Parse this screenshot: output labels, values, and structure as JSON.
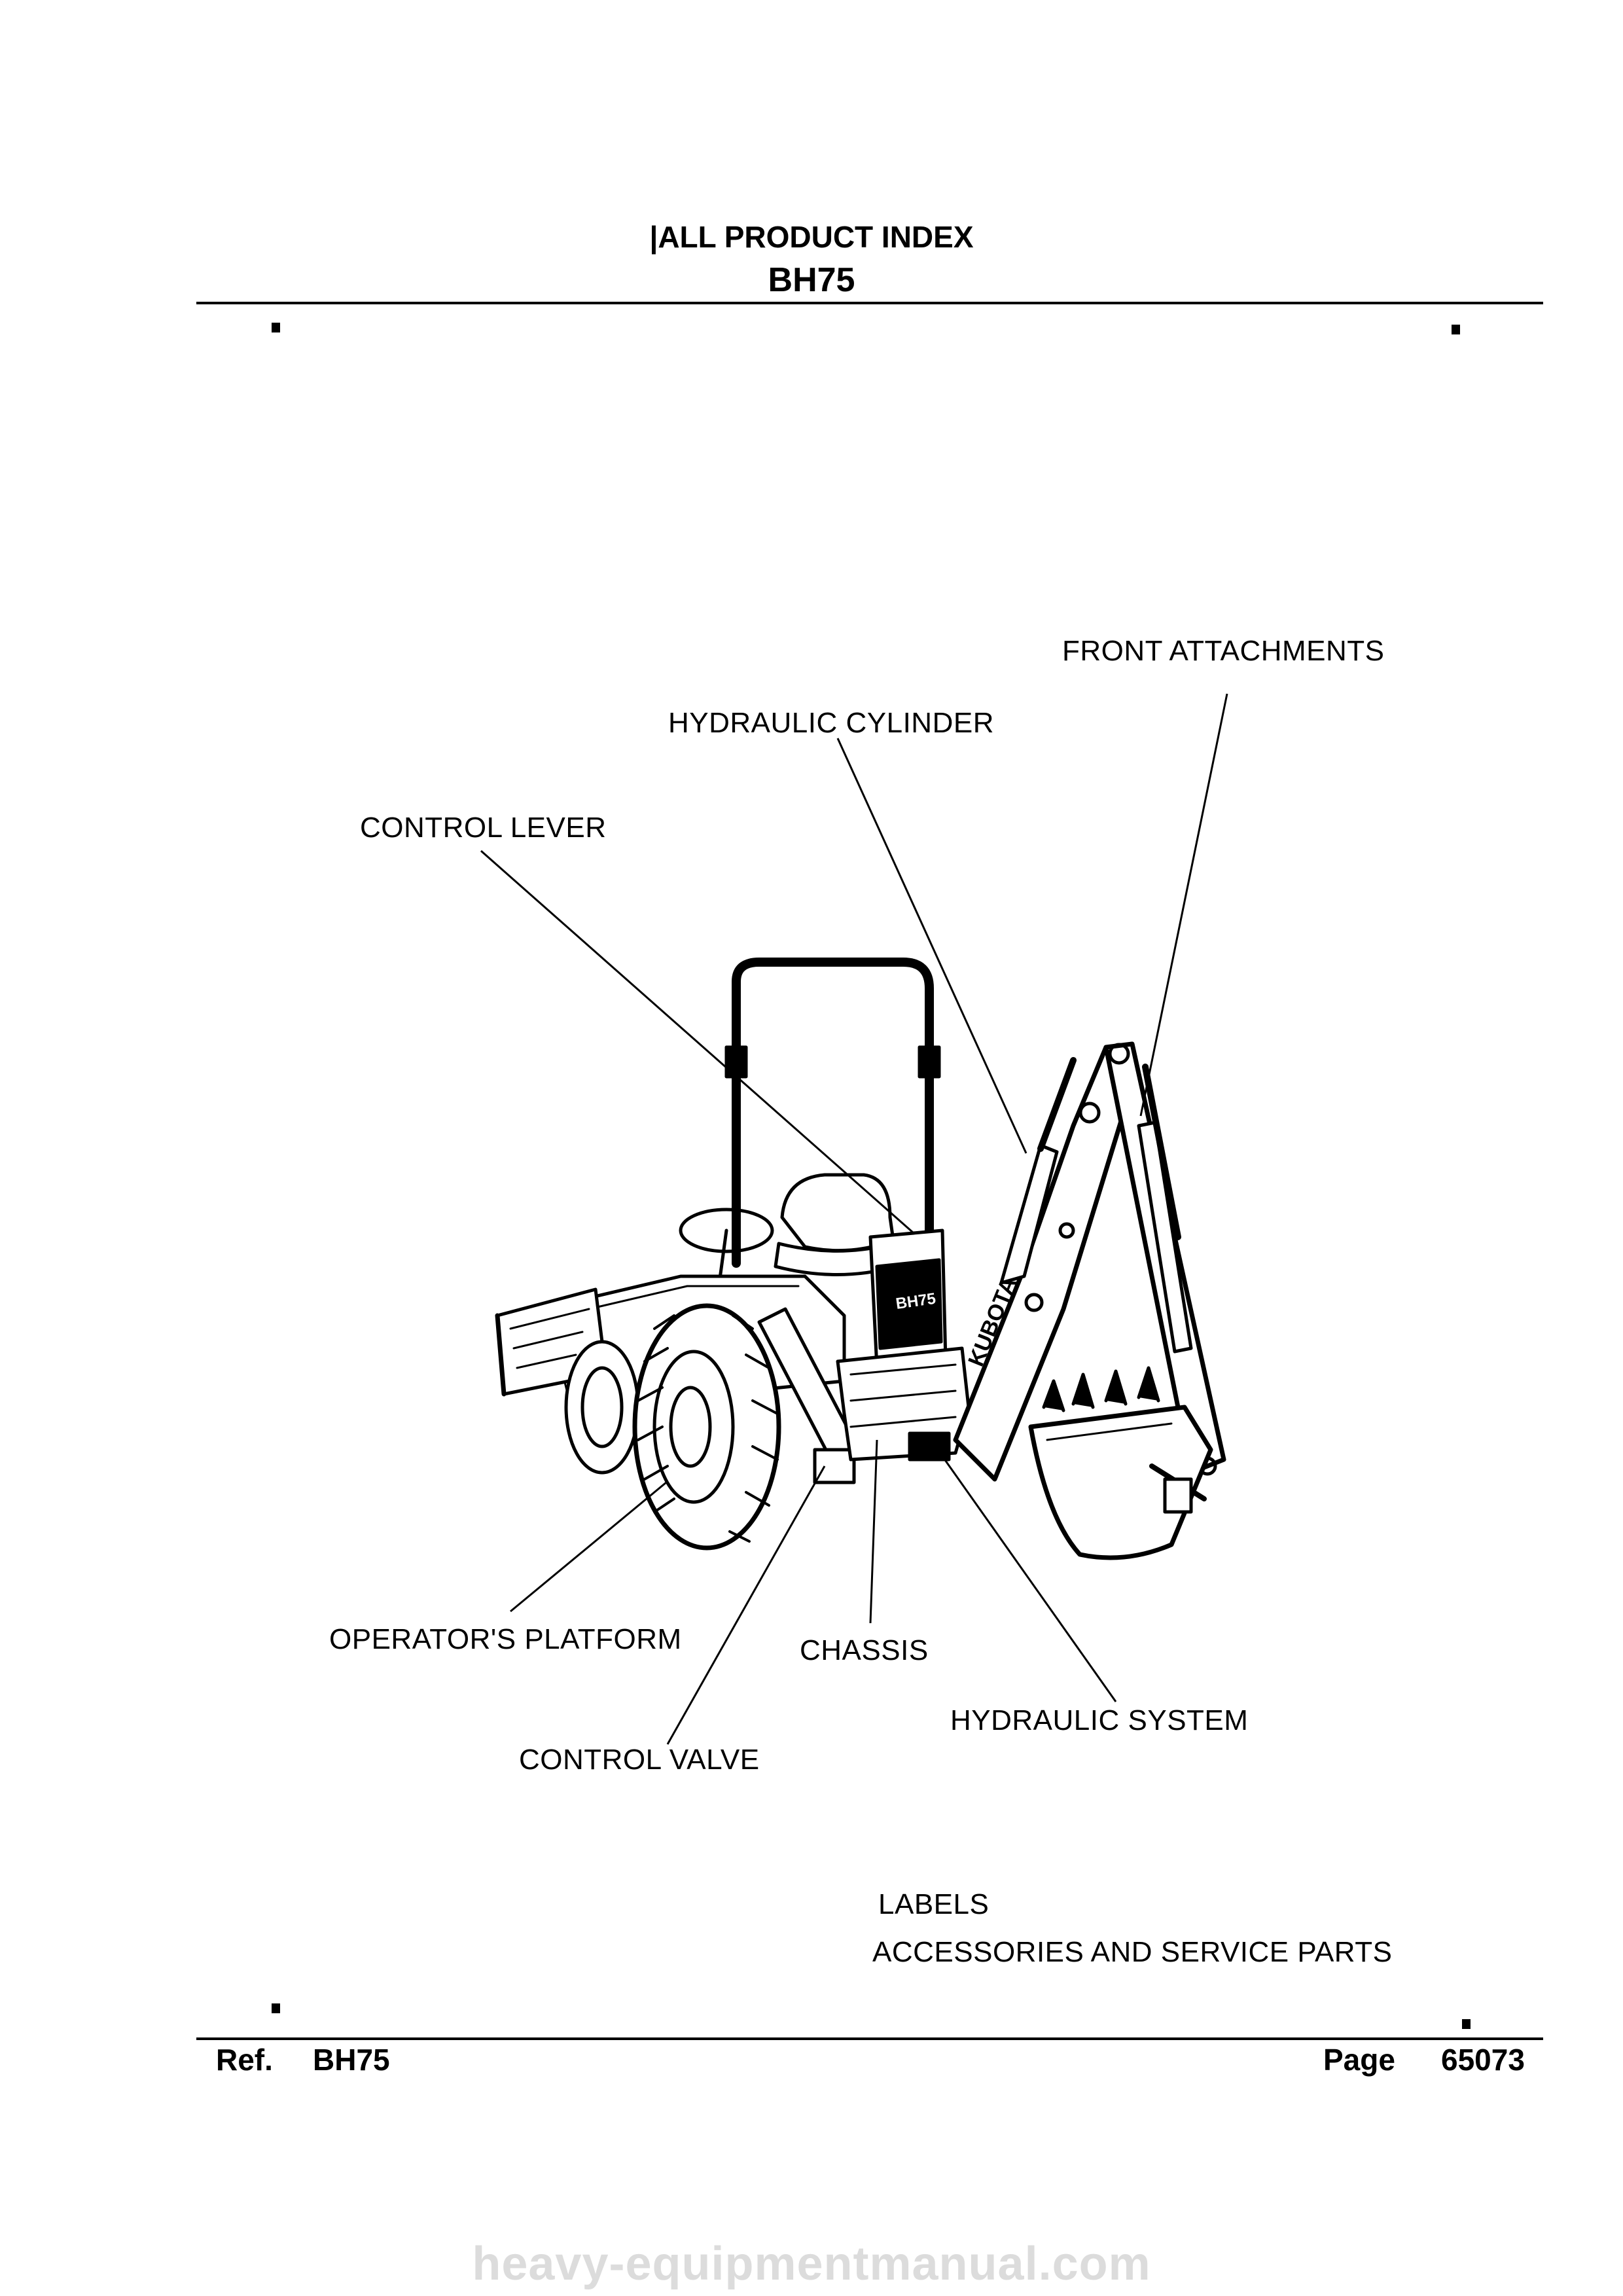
{
  "header": {
    "title": "|ALL PRODUCT INDEX",
    "model": "BH75"
  },
  "index_labels": {
    "front_attachments": "FRONT ATTACHMENTS",
    "hydraulic_cylinder": "HYDRAULIC CYLINDER",
    "control_lever": "CONTROL LEVER",
    "operators_platform": "OPERATOR'S PLATFORM",
    "chassis": "CHASSIS",
    "hydraulic_system": "HYDRAULIC SYSTEM",
    "control_valve": "CONTROL VALVE",
    "labels": "LABELS",
    "accessories": "ACCESSORIES AND SERVICE PARTS"
  },
  "illustration": {
    "decal_brand": "KUBOTA",
    "decal_model": "BH75"
  },
  "footer": {
    "ref_label": "Ref.",
    "ref_value": "BH75",
    "page_label": "Page",
    "page_value": "65073"
  },
  "watermark": "heavy-equipmentmanual.com"
}
